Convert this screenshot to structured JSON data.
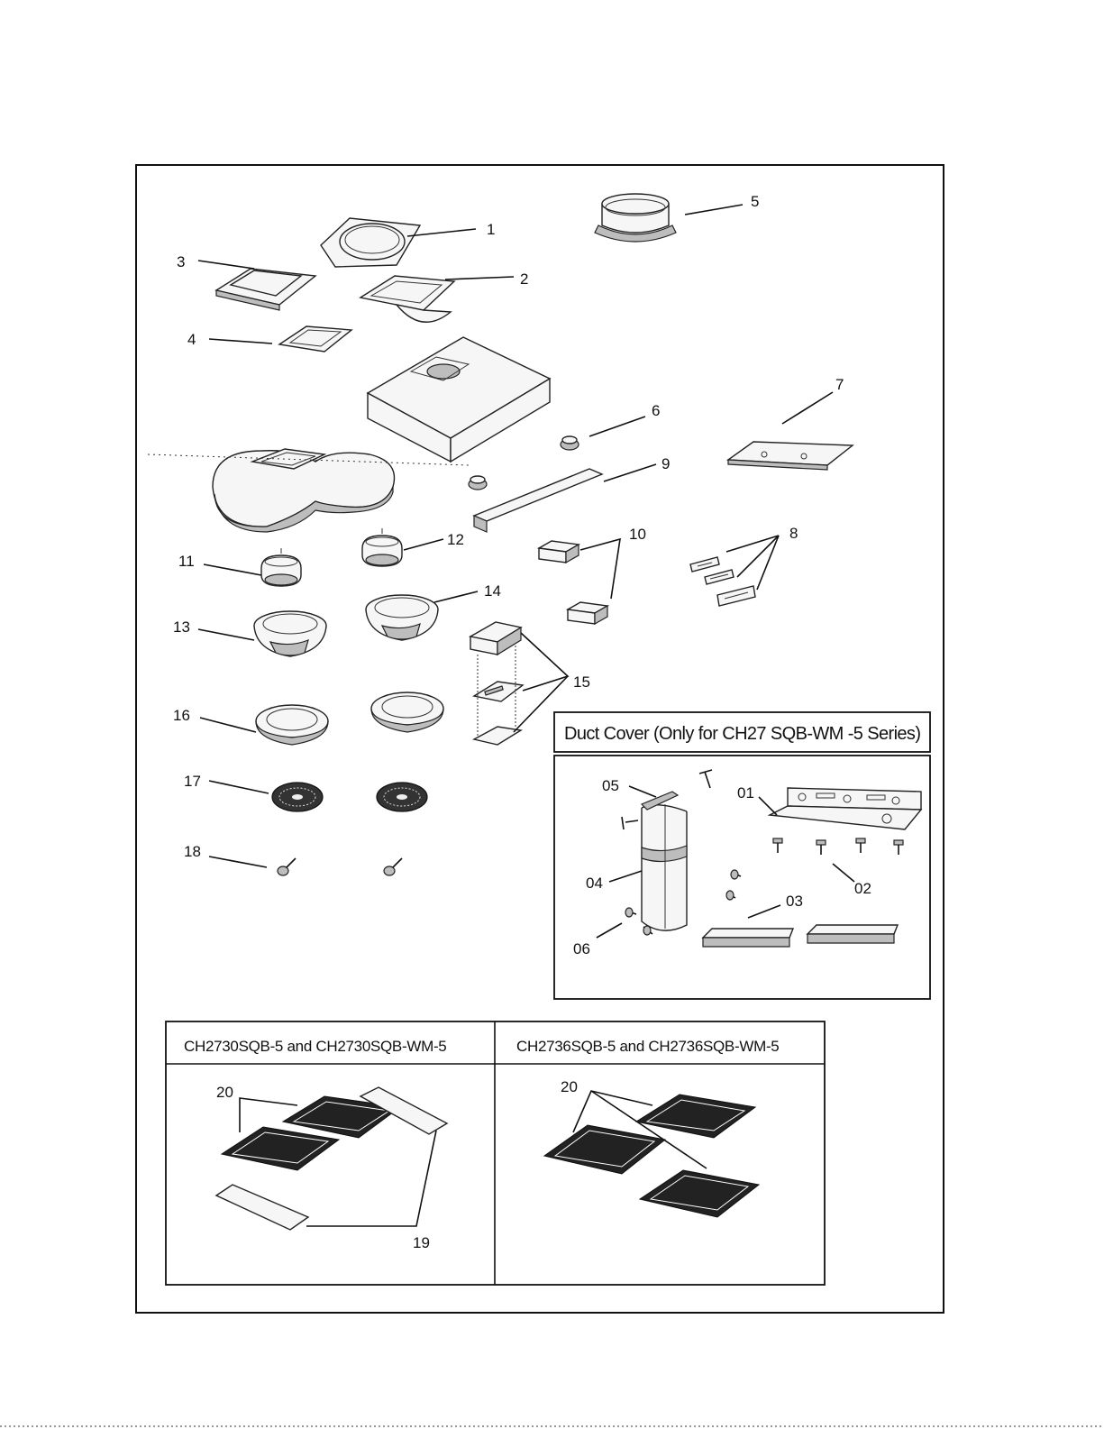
{
  "colors": {
    "ink": "#111111",
    "paper": "#ffffff",
    "frame": "#222222"
  },
  "duct_cover": {
    "title": "Duct Cover (Only for CH27 SQB-WM -5 Series)"
  },
  "filters": {
    "left_header": "CH2730SQB-5 and CH2730SQB-WM-5",
    "right_header": "CH2736SQB-5 and CH2736SQB-WM-5"
  },
  "labels": {
    "p1": "1",
    "p2": "2",
    "p3": "3",
    "p4": "4",
    "p5": "5",
    "p6": "6",
    "p7": "7",
    "p8": "8",
    "p9": "9",
    "p10": "10",
    "p11": "11",
    "p12": "12",
    "p13": "13",
    "p14": "14",
    "p15": "15",
    "p16": "16",
    "p17": "17",
    "p18": "18",
    "p19": "19",
    "p20a": "20",
    "p20b": "20",
    "d01": "01",
    "d02": "02",
    "d03": "03",
    "d04": "04",
    "d05": "05",
    "d06": "06"
  }
}
